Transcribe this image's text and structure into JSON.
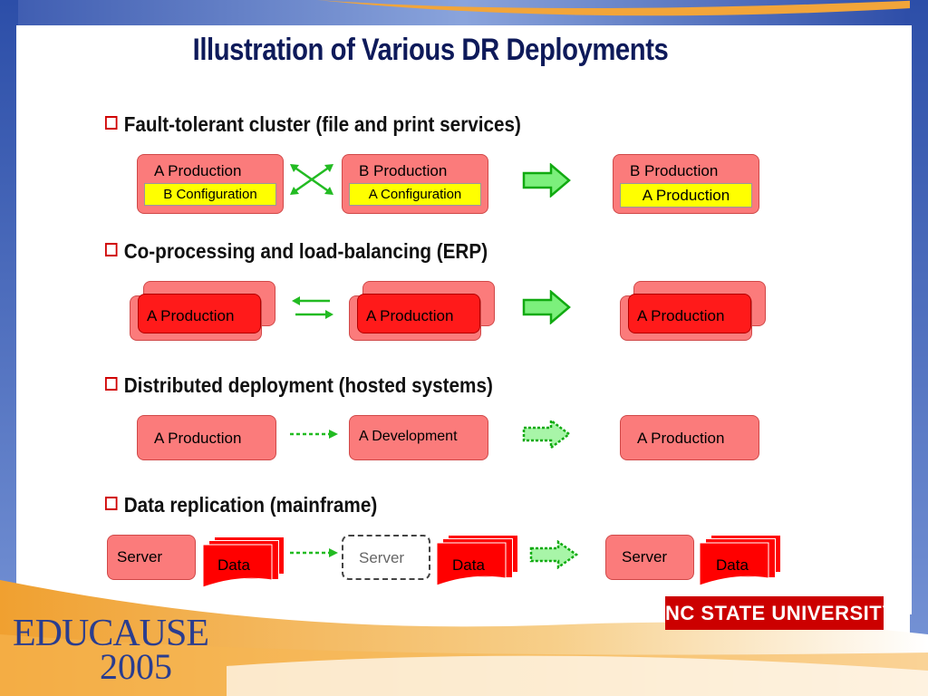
{
  "title": "Illustration of Various DR Deployments",
  "sections": [
    {
      "label": "Fault-tolerant cluster (file and print services)"
    },
    {
      "label": "Co-processing and load-balancing (ERP)"
    },
    {
      "label": "Distributed deployment (hosted systems)"
    },
    {
      "label": "Data replication (mainframe)"
    }
  ],
  "cluster": {
    "left_main": "A Production",
    "left_sub": "B Configuration",
    "mid_main": "B Production",
    "mid_sub": "A Configuration",
    "right_main": "B Production",
    "right_sub": "A Production"
  },
  "coproc": {
    "left": "A Production",
    "mid": "A Production",
    "right": "A Production"
  },
  "distributed": {
    "left": "A Production",
    "mid": "A Development",
    "right": "A Production"
  },
  "replication": {
    "server1": "Server",
    "data1": "Data",
    "server2": "Server",
    "data2": "Data",
    "server3": "Server",
    "data3": "Data"
  },
  "logos": {
    "nc_state": "NC STATE UNIVERSITY",
    "educause": "EDUCAUSE",
    "year": "2005"
  },
  "colors": {
    "title": "#0e1a5a",
    "box_light": "#fb7b7b",
    "box_dark": "#ff1a1a",
    "highlight": "#ffff00",
    "arrow": "#22bb22",
    "brand_red": "#cc0000"
  }
}
